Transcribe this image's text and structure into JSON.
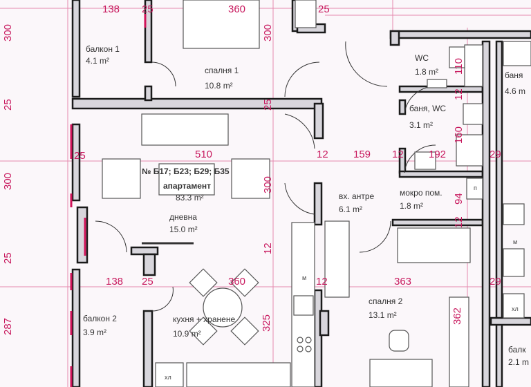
{
  "plan": {
    "apartment_numbers": "№ Б17; Б23; Б29; Б35",
    "apartment_label": "апартамент",
    "apartment_area": "83.3 m²",
    "rooms": [
      {
        "name": "балкон 1",
        "area": "4.1 m²"
      },
      {
        "name": "спалня 1",
        "area": "10.8 m²"
      },
      {
        "name": "WC",
        "area": "1.8 m²"
      },
      {
        "name": "баня",
        "area": "4.6 m"
      },
      {
        "name": "баня, WC",
        "area": "3.1 m²"
      },
      {
        "name": "дневна",
        "area": "15.0 m²"
      },
      {
        "name": "вх. антре",
        "area": "6.1 m²"
      },
      {
        "name": "мокро пом.",
        "area": "1.8 m²"
      },
      {
        "name": "балкон 2",
        "area": "3.9 m²"
      },
      {
        "name": "кухня + хранене",
        "area": "10.9 m²"
      },
      {
        "name": "спалня 2",
        "area": "13.1 m²"
      },
      {
        "name": "балк",
        "area": "2.1 m"
      }
    ],
    "appliance_labels": {
      "closet": "хл",
      "washer": "м",
      "dryer": "п"
    },
    "dimensions": {
      "left": [
        "300",
        "25",
        "300",
        "25",
        "287"
      ],
      "top": [
        "138",
        "25",
        "360",
        "25"
      ],
      "middle": [
        "25",
        "510",
        "12",
        "159",
        "12",
        "192",
        "29"
      ],
      "lower": [
        "138",
        "25",
        "360",
        "12",
        "363",
        "29"
      ],
      "vertical_center": [
        "300",
        "25",
        "300",
        "12",
        "325"
      ],
      "vertical_right": [
        "110",
        "12",
        "160",
        "94",
        "12",
        "362"
      ]
    }
  }
}
